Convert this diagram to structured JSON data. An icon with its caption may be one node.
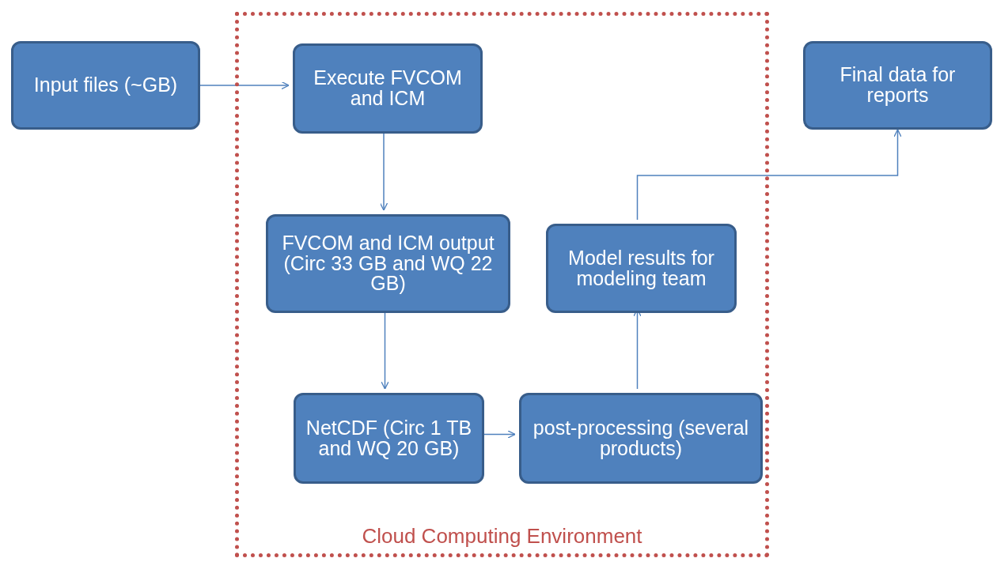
{
  "diagram": {
    "nodes": [
      {
        "text": [
          "Input files (~GB)"
        ]
      },
      {
        "text": [
          "Cloud Computing Environment"
        ]
      },
      {
        "text": [
          "Execute FVCOM and ICM"
        ],
        "in": 1
      },
      {
        "text": [
          "FVCOM and ICM output (Circ 33 GB and WQ 22 GB)"
        ],
        "in": 1
      },
      {
        "text": [
          "NetCDF (Circ 1 TB and WQ 20 GB)"
        ],
        "in": 1
      },
      {
        "text": [
          "post-processing (several products)"
        ],
        "in": 1
      },
      {
        "text": [
          "Model results for modeling team"
        ],
        "in": 1
      },
      {
        "text": [
          "Final data for reports"
        ]
      }
    ],
    "edges": [
      {
        "from": 0,
        "to": 2,
        "arrow": "to"
      },
      {
        "from": 2,
        "to": 3,
        "arrow": "to"
      },
      {
        "from": 3,
        "to": 4,
        "arrow": "to"
      },
      {
        "from": 4,
        "to": 5,
        "arrow": "to"
      },
      {
        "from": 5,
        "to": 6,
        "arrow": "to"
      },
      {
        "from": 6,
        "to": 7,
        "arrow": "to"
      }
    ]
  }
}
